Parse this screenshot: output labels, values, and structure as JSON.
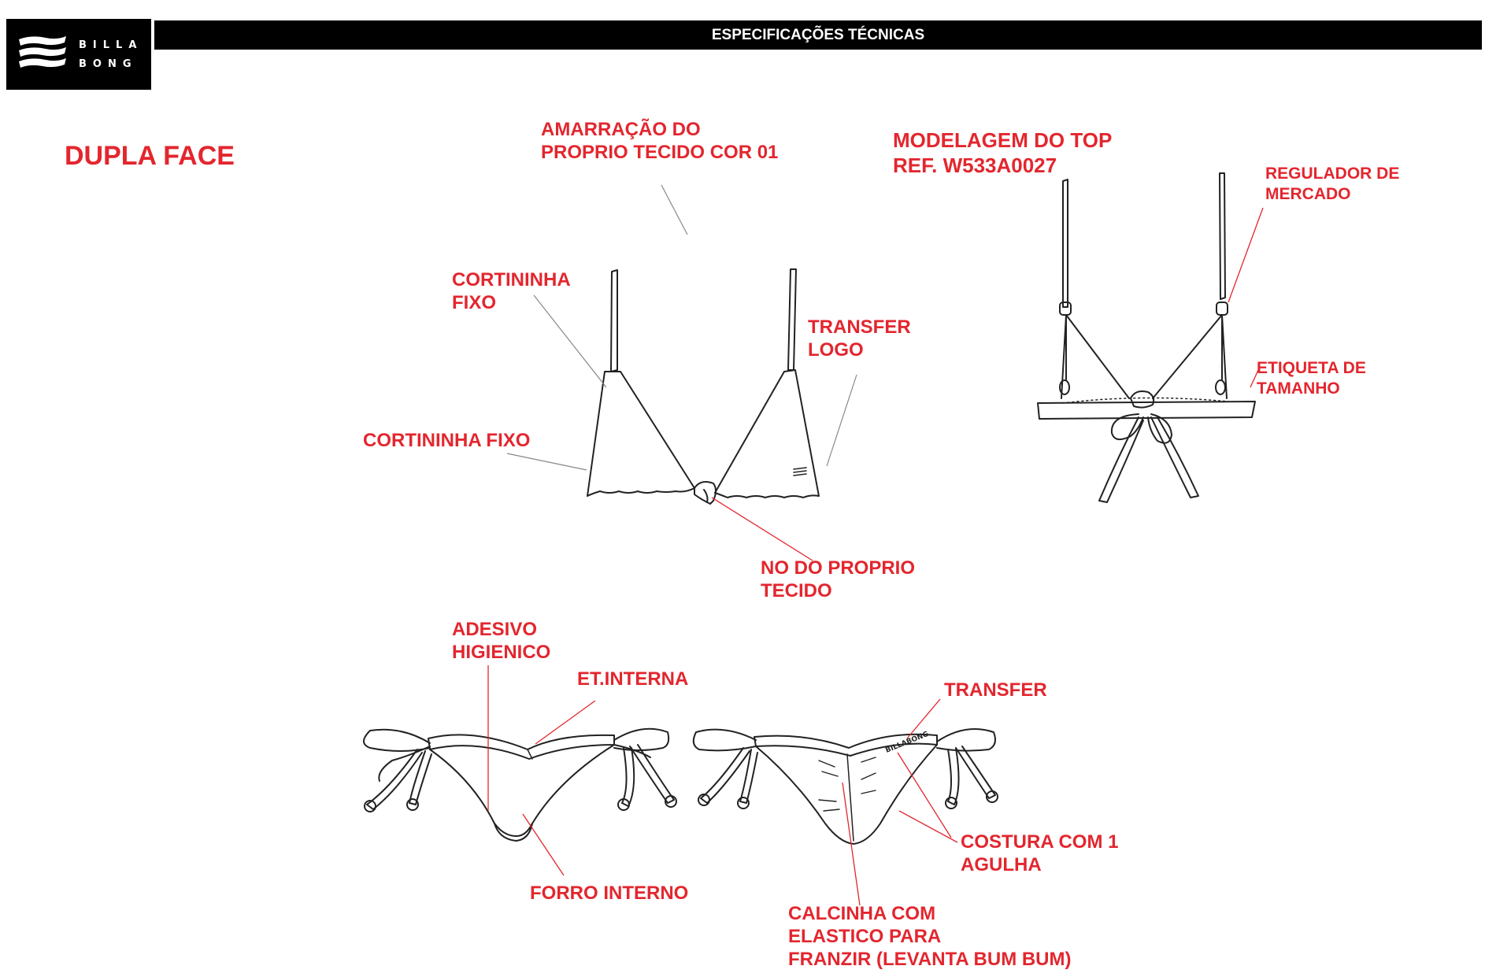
{
  "brand": {
    "line1": "BILLA",
    "line2": "BONG",
    "transfer_text": "BILLABONG"
  },
  "header": {
    "title": "ESPECIFICAÇÕES TÉCNICAS"
  },
  "colors": {
    "annotation": "#e3262e",
    "header_bg": "#000000",
    "line_art": "#222222",
    "leader": "#888888"
  },
  "notes": {
    "dupla_face": "DUPLA FACE",
    "amarracao": "AMARRAÇÃO DO\nPROPRIO TECIDO COR 01",
    "modelagem": "MODELAGEM DO TOP\nREF. W533A0027",
    "regulador": "REGULADOR DE\nMERCADO",
    "cortininha_fixo_1": "CORTININHA\nFIXO",
    "transfer_logo": "TRANSFER\nLOGO",
    "etiqueta": "ETIQUETA DE\nTAMANHO",
    "cortininha_fixo_2": "CORTININHA FIXO",
    "no_proprio": "NO DO PROPRIO\nTECIDO",
    "adesivo": "ADESIVO\nHIGIENICO",
    "et_interna": "ET.INTERNA",
    "transfer": "TRANSFER",
    "costura": "COSTURA COM 1\nAGULHA",
    "forro": "FORRO INTERNO",
    "calcinha": "CALCINHA COM\nELASTICO PARA\nFRANZIR (LEVANTA BUM BUM)"
  },
  "icons": [
    "billabong-logo-icon"
  ]
}
